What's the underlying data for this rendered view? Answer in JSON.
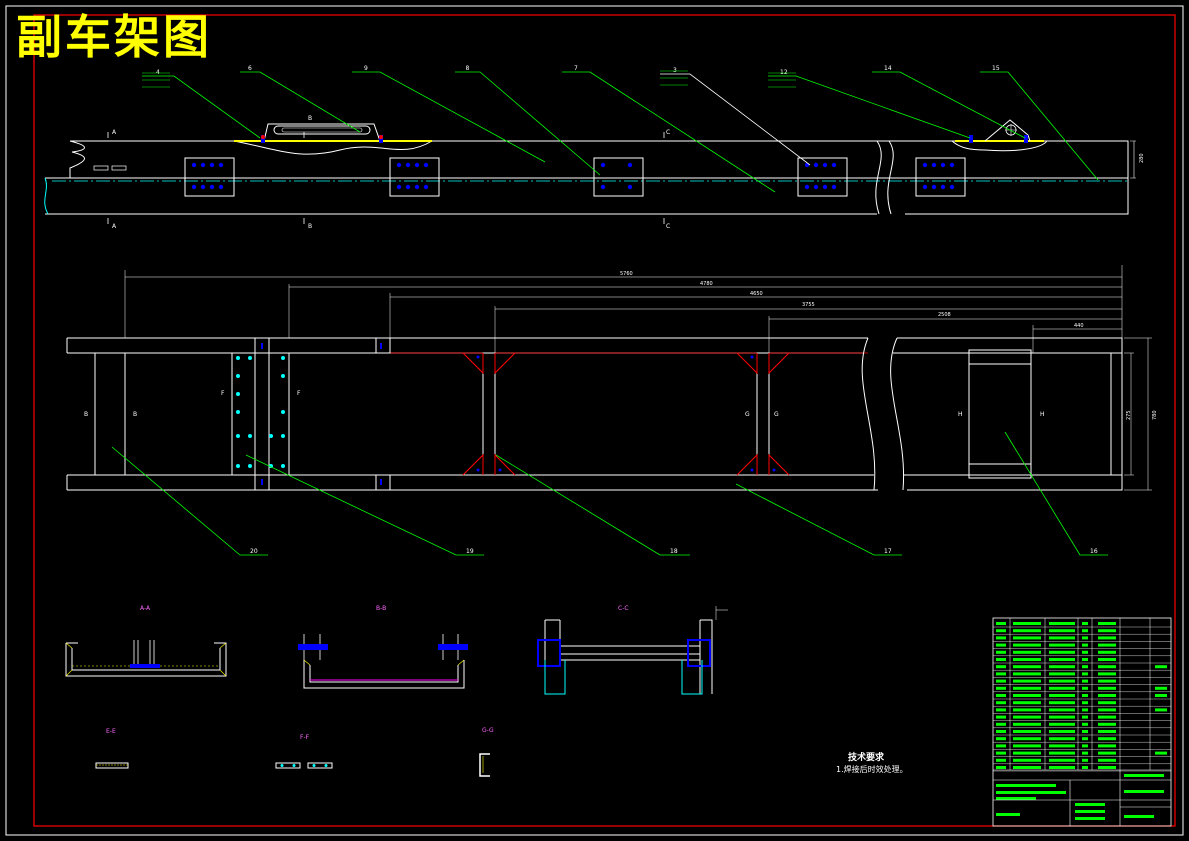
{
  "drawing": {
    "title": "副车架图",
    "tech_heading": "技术要求",
    "tech_note": "1.焊接后时效处理。"
  },
  "dimensions": [
    "5760",
    "4780",
    "4650",
    "3755",
    "2508",
    "440",
    "280",
    "275",
    "780"
  ],
  "leader_labels_top": [
    "4",
    "6",
    "9",
    "8",
    "7",
    "3",
    "12",
    "14",
    "15"
  ],
  "leader_labels_bottom": [
    "20",
    "19",
    "18",
    "17",
    "16"
  ],
  "section_marks": {
    "top": [
      "A",
      "A",
      "B",
      "B",
      "C",
      "C"
    ],
    "plan": [
      "B",
      "B",
      "F",
      "F",
      "G",
      "G",
      "H",
      "H"
    ]
  },
  "section_titles": [
    "A-A",
    "B-B",
    "C-C",
    "E-E",
    "F-F",
    "G-G"
  ],
  "colors": {
    "frame": "#ff0000",
    "outline": "#ffffff",
    "leader": "#00ff00",
    "centerline": "#00ffff",
    "bolt": "#0000ff",
    "weld": "#ffff00",
    "hidden": "#ff00ff"
  }
}
